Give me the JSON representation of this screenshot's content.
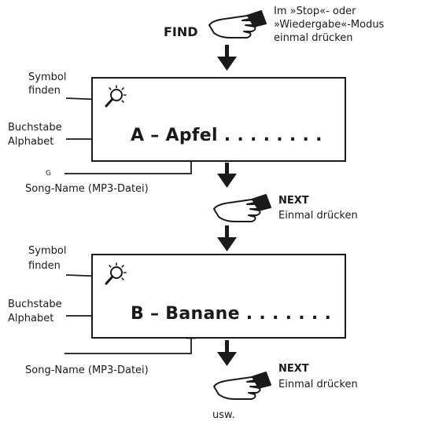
{
  "step1": {
    "button": "FIND",
    "desc_line1": "Im »Stop«- oder",
    "desc_line2": "»Wiedergabe«-Modus",
    "desc_line3": "einmal drücken"
  },
  "display1": {
    "symbol_label_line1": "Symbol",
    "symbol_label_line2": "finden",
    "letter_label_line1": "Buchstabe",
    "letter_label_line2": "Alphabet",
    "text": "A – Apfel . . . . . . . .",
    "marker": "G",
    "song_label": "Song-Name (MP3-Datei)"
  },
  "step2": {
    "button": "NEXT",
    "desc": "Einmal drücken"
  },
  "display2": {
    "symbol_label_line1": "Symbol",
    "symbol_label_line2": "finden",
    "letter_label_line1": "Buchstabe",
    "letter_label_line2": "Alphabet",
    "text": "B – Banane . . . . . . .",
    "song_label": "Song-Name (MP3-Datei)"
  },
  "step3": {
    "button": "NEXT",
    "desc": "Einmal drücken"
  },
  "footer": "usw."
}
